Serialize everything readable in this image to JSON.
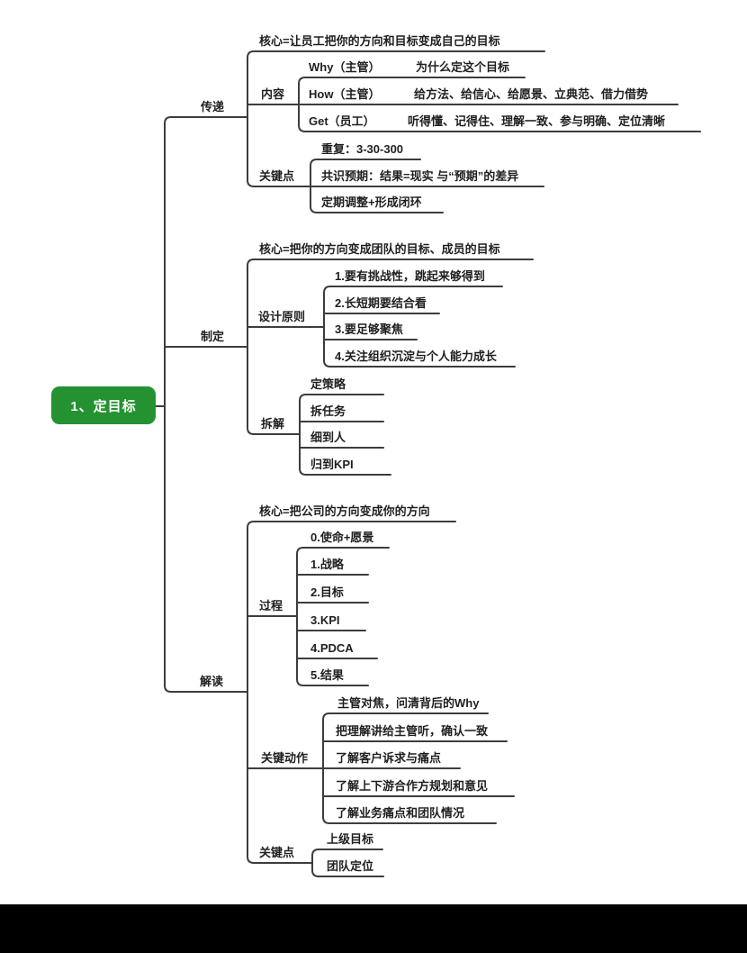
{
  "colors": {
    "background": "#ffffff",
    "root_bg": "#259232",
    "root_text": "#ffffff",
    "line": "#3d3d3d",
    "text": "#1f1f1f",
    "footer_bg": "#000000"
  },
  "mindmap": {
    "root": {
      "label": "1、定目标"
    },
    "branches": [
      {
        "label": "传递",
        "children": [
          {
            "label": "核心=让员工把你的方向和目标变成自己的目标"
          },
          {
            "label": "内容",
            "children": [
              {
                "label": "Why（主管）",
                "desc": "为什么定这个目标"
              },
              {
                "label": "How（主管）",
                "desc": "给方法、给信心、给愿景、立典范、借力借势"
              },
              {
                "label": "Get（员工）",
                "desc": "听得懂、记得住、理解一致、参与明确、定位清晰"
              }
            ]
          },
          {
            "label": "关键点",
            "children": [
              {
                "label": "重复：3-30-300"
              },
              {
                "label": "共识预期：结果=现实 与“预期”的差异"
              },
              {
                "label": "定期调整+形成闭环"
              }
            ]
          }
        ]
      },
      {
        "label": "制定",
        "children": [
          {
            "label": "核心=把你的方向变成团队的目标、成员的目标"
          },
          {
            "label": "设计原则",
            "children": [
              {
                "label": "1.要有挑战性，跳起来够得到"
              },
              {
                "label": "2.长短期要结合看"
              },
              {
                "label": "3.要足够聚焦"
              },
              {
                "label": "4.关注组织沉淀与个人能力成长"
              }
            ]
          },
          {
            "label": "拆解",
            "children": [
              {
                "label": "定策略"
              },
              {
                "label": "拆任务"
              },
              {
                "label": "细到人"
              },
              {
                "label": "归到KPI"
              }
            ]
          }
        ]
      },
      {
        "label": "解读",
        "children": [
          {
            "label": "核心=把公司的方向变成你的方向"
          },
          {
            "label": "过程",
            "children": [
              {
                "label": "0.使命+愿景"
              },
              {
                "label": "1.战略"
              },
              {
                "label": "2.目标"
              },
              {
                "label": "3.KPI"
              },
              {
                "label": "4.PDCA"
              },
              {
                "label": "5.结果"
              }
            ]
          },
          {
            "label": "关键动作",
            "children": [
              {
                "label": "主管对焦，问清背后的Why"
              },
              {
                "label": "把理解讲给主管听，确认一致"
              },
              {
                "label": "了解客户诉求与痛点"
              },
              {
                "label": "了解上下游合作方规划和意见"
              },
              {
                "label": "了解业务痛点和团队情况"
              }
            ]
          },
          {
            "label": "关键点",
            "children": [
              {
                "label": "上级目标"
              },
              {
                "label": "团队定位"
              }
            ]
          }
        ]
      }
    ]
  }
}
